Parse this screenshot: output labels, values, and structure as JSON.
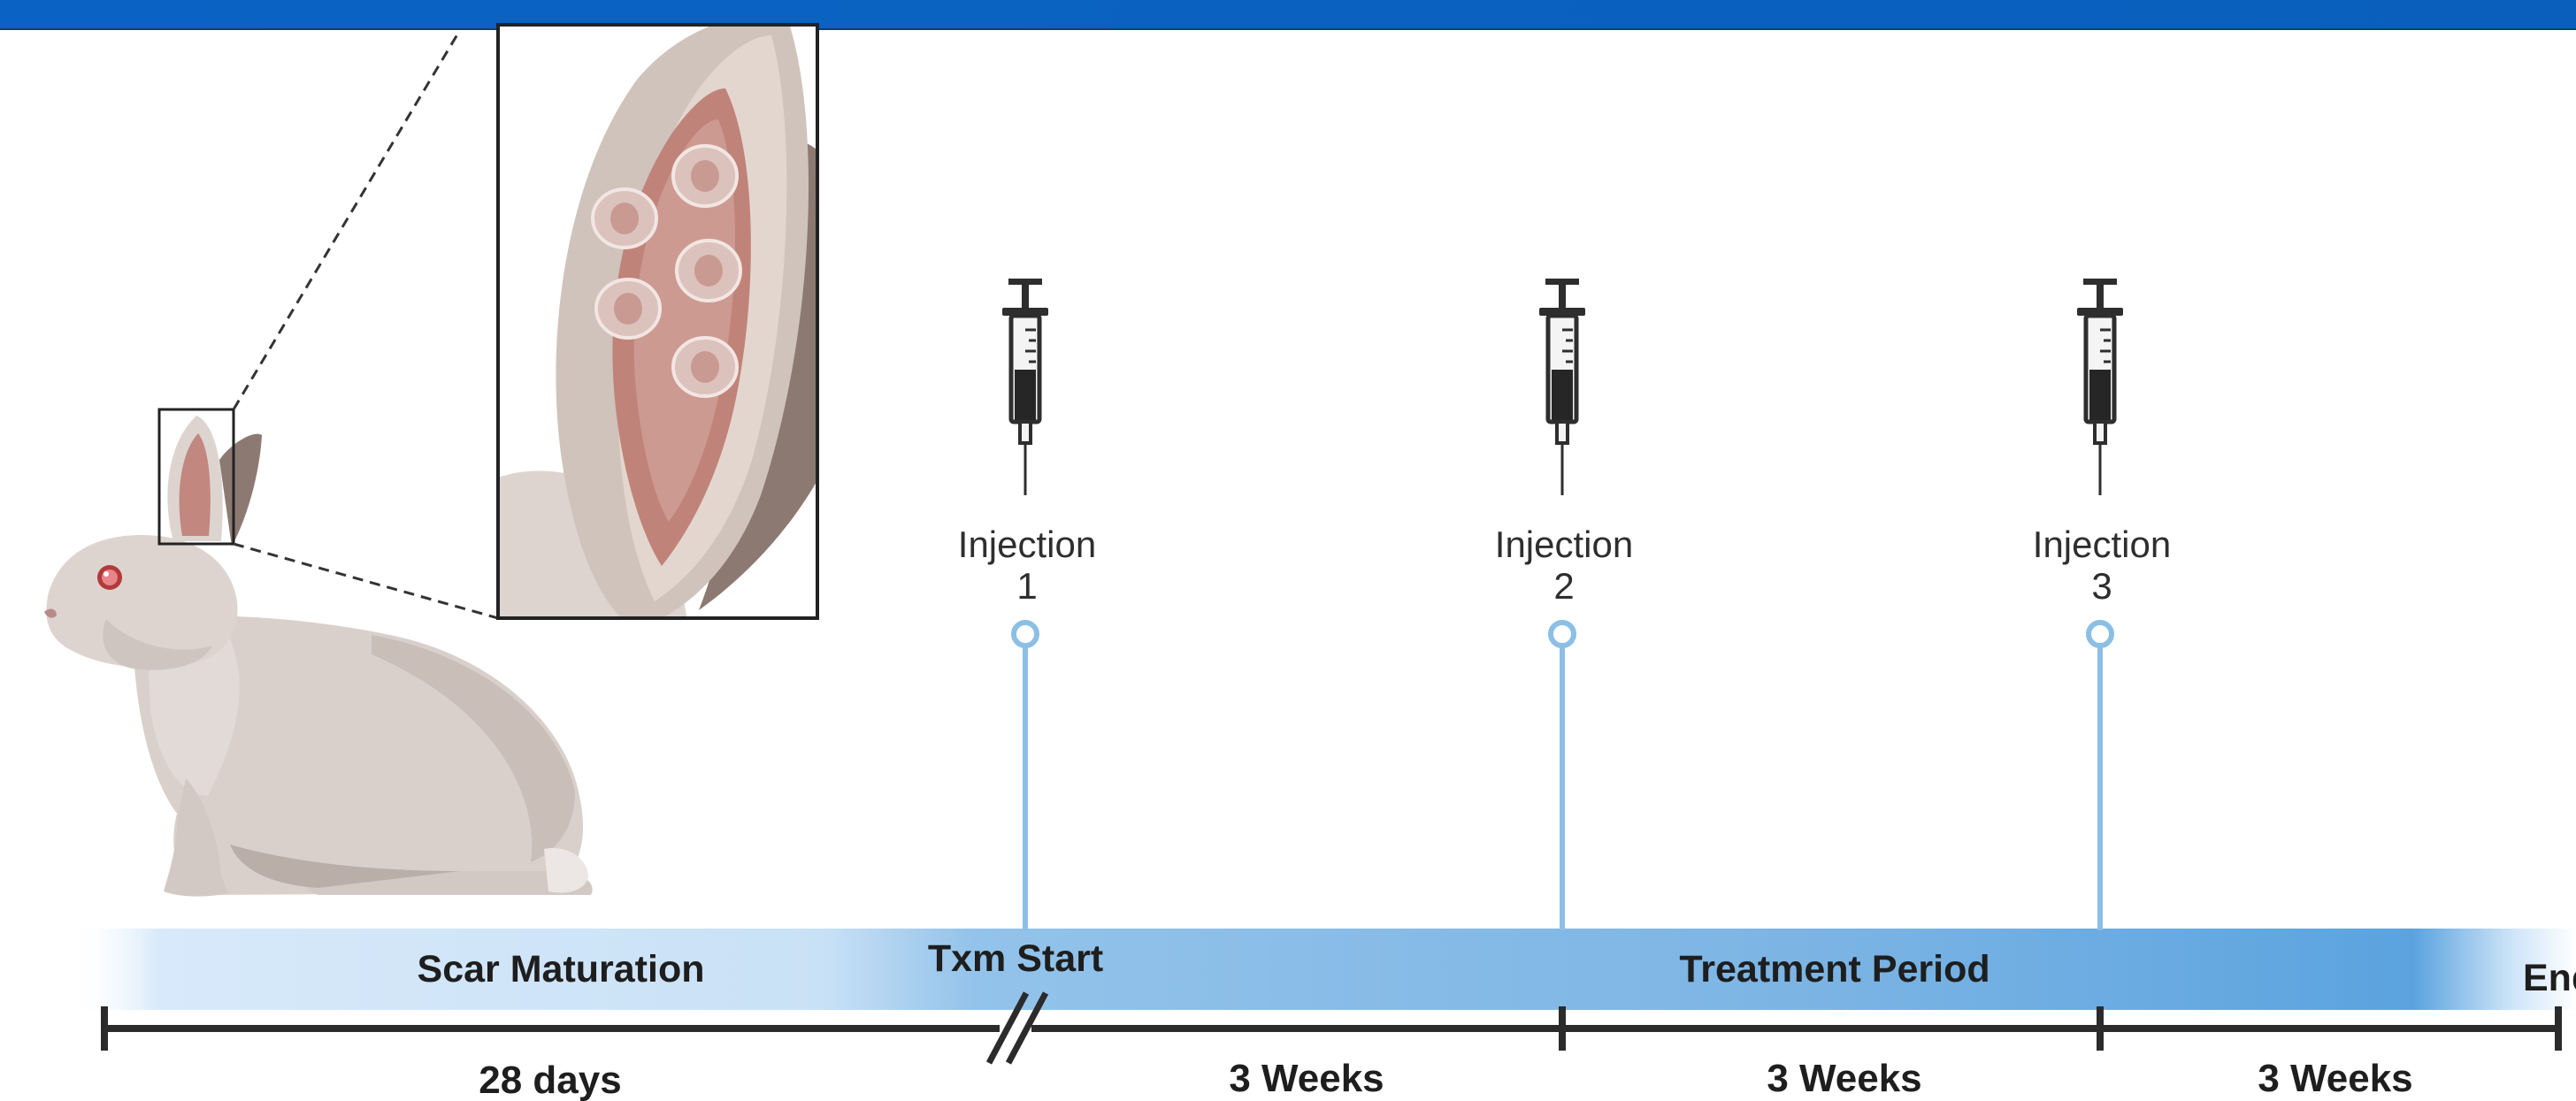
{
  "colors": {
    "top_bar": "#0A63C4",
    "band_light": "#D7E9FA",
    "band_dark": "#5BA3DF",
    "stem": "#8CBFE5",
    "axis": "#2B2B2B",
    "rabbit_fur": "#D8CEC9",
    "ear_inner": "#C0837A",
    "wound": "#DCC2BD"
  },
  "phases": {
    "scar_maturation": "Scar Maturation",
    "txm_start": "Txm Start",
    "treatment_period": "Treatment Period",
    "end": "End"
  },
  "injections": [
    {
      "label": "Injection",
      "number": "1"
    },
    {
      "label": "Injection",
      "number": "2"
    },
    {
      "label": "Injection",
      "number": "3"
    }
  ],
  "durations": {
    "first": "28 days",
    "second": "3 Weeks",
    "third": "3 Weeks",
    "fourth": "3 Weeks"
  },
  "icons": {
    "subject": "rabbit-icon",
    "injection": "syringe-icon",
    "inset": "ear-wound-inset-icon"
  }
}
